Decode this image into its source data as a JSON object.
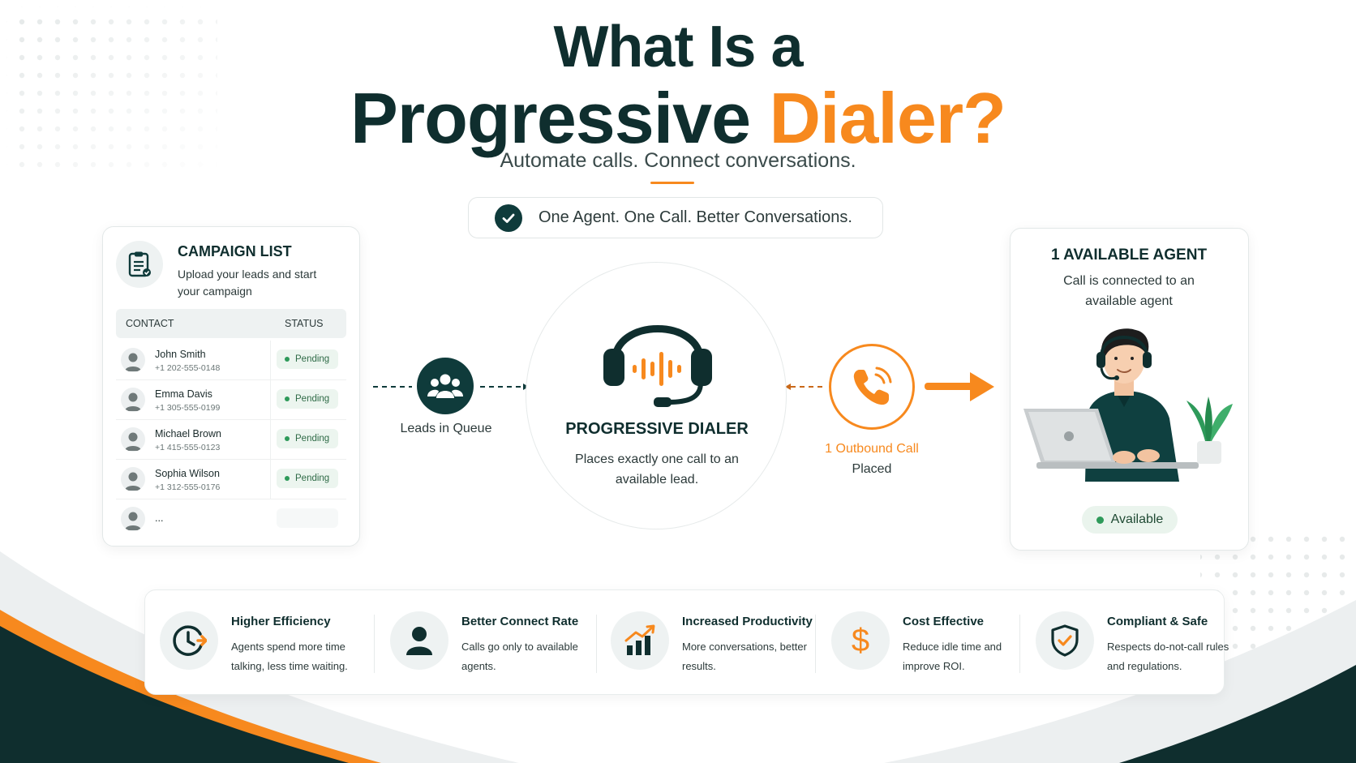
{
  "title": {
    "line1": "What Is a",
    "line2_main": "Progressive",
    "line2_accent": "Dialer?"
  },
  "subtitle": "Automate calls. Connect conversations.",
  "tagline": "One Agent. One Call. Better Conversations.",
  "campaign": {
    "title": "CAMPAIGN LIST",
    "description": "Upload your leads and start your campaign",
    "col_contact": "CONTACT",
    "col_status": "STATUS",
    "rows": [
      {
        "name": "John Smith",
        "phone": "+1 202-555-0148",
        "status": "Pending"
      },
      {
        "name": "Emma Davis",
        "phone": "+1 305-555-0199",
        "status": "Pending"
      },
      {
        "name": "Michael Brown",
        "phone": "+1 415-555-0123",
        "status": "Pending"
      },
      {
        "name": "Sophia Wilson",
        "phone": "+1 312-555-0176",
        "status": "Pending"
      }
    ],
    "more": "..."
  },
  "queue_label": "Leads in Queue",
  "dialer": {
    "title": "PROGRESSIVE DIALER",
    "description": "Places exactly one call to an available lead."
  },
  "outbound": {
    "line1": "1 Outbound Call",
    "line2": "Placed"
  },
  "agent": {
    "title": "1 AVAILABLE AGENT",
    "description": "Call is connected to an available agent",
    "status": "Available"
  },
  "benefits": [
    {
      "icon": "clock-icon",
      "title": "Higher Efficiency",
      "desc": "Agents spend more time talking, less time waiting."
    },
    {
      "icon": "user-icon",
      "title": "Better Connect Rate",
      "desc": "Calls go only to available agents."
    },
    {
      "icon": "bar-chart-icon",
      "title": "Increased Productivity",
      "desc": "More conversations, better results."
    },
    {
      "icon": "dollar-icon",
      "title": "Cost Effective",
      "desc": "Reduce idle time and improve ROI."
    },
    {
      "icon": "shield-check-icon",
      "title": "Compliant & Safe",
      "desc": "Respects do-not-call rules and regulations."
    }
  ],
  "colors": {
    "primary": "#0f3b3b",
    "accent": "#f7891e",
    "success": "#2e9a5a"
  }
}
